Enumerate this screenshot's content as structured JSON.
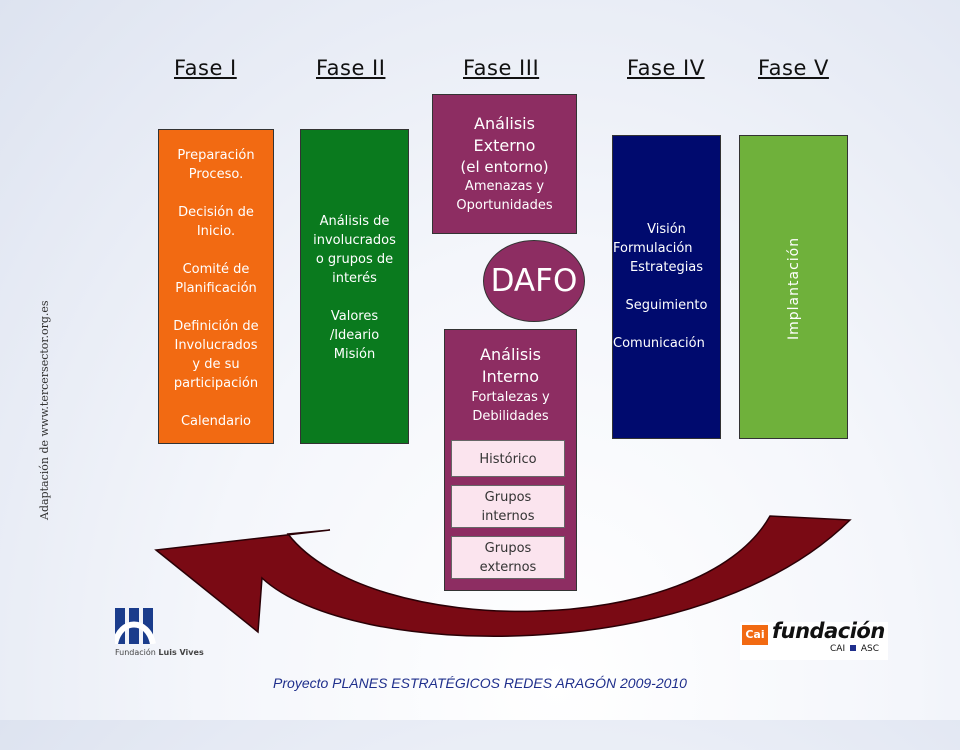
{
  "side_credit": "Adaptación de www.tercersector.org.es",
  "phases": [
    "Fase I",
    "Fase II",
    "Fase III",
    "Fase IV",
    "Fase V"
  ],
  "fase1": {
    "lines": [
      "Preparación",
      "Proceso.",
      "",
      "Decisión de",
      "Inicio.",
      "",
      "Comité de",
      "Planificación",
      "",
      "Definición de",
      "Involucrados",
      "y de su",
      "participación",
      "",
      "Calendario"
    ]
  },
  "fase2": {
    "lines": [
      "Análisis de",
      "involucrados",
      "o grupos de",
      "interés",
      "",
      "Valores",
      "/Ideario",
      "Misión"
    ]
  },
  "externo": {
    "title1": "Análisis",
    "title2": "Externo",
    "title3": "(el entorno)",
    "sub1": "Amenazas y",
    "sub2": "Oportunidades"
  },
  "dafo": "DAFO",
  "interno": {
    "title1": "Análisis",
    "title2": "Interno",
    "sub1": "Fortalezas y",
    "sub2": "Debilidades",
    "items": [
      {
        "l1": "Histórico",
        "l2": ""
      },
      {
        "l1": "Grupos",
        "l2": "internos"
      },
      {
        "l1": "Grupos",
        "l2": "externos"
      }
    ]
  },
  "fase4": {
    "lines": [
      "Visión",
      "Formulación",
      "Estrategias",
      "",
      "Seguimiento",
      "",
      "Comunicación"
    ]
  },
  "fase5": {
    "label": "Implantación"
  },
  "logo_left": {
    "text_plain": "Fundación ",
    "text_bold": "Luis Vives"
  },
  "logo_right": {
    "icon": "Cai",
    "name": "fundación",
    "sub_left": "CAI",
    "sub_right": "ASC"
  },
  "footer": "Proyecto PLANES ESTRATÉGICOS REDES ARAGÓN 2009-2010",
  "colors": {
    "orange": "#f26a12",
    "green": "#0a7a1e",
    "purple": "#8d2d62",
    "navy": "#000a6e",
    "lightgreen": "#6fb13b",
    "arrow": "#7a0a14",
    "footer": "#1f2f8c"
  }
}
